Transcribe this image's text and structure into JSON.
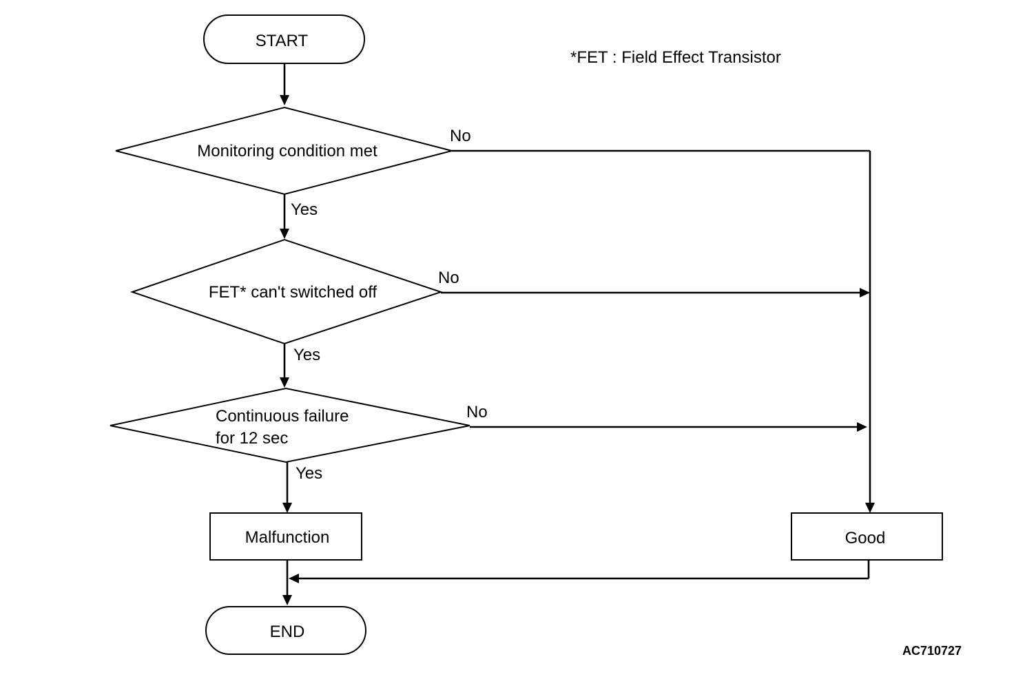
{
  "note": "*FET : Field Effect Transistor",
  "reference_code": "AC710727",
  "nodes": {
    "start": "START",
    "decision1": "Monitoring condition met",
    "decision2": "FET* can't switched off",
    "decision3_line1": "Continuous failure",
    "decision3_line2": "for 12 sec",
    "malfunction": "Malfunction",
    "good": "Good",
    "end": "END"
  },
  "edges": {
    "d1_no": "No",
    "d1_yes": "Yes",
    "d2_no": "No",
    "d2_yes": "Yes",
    "d3_no": "No",
    "d3_yes": "Yes"
  }
}
